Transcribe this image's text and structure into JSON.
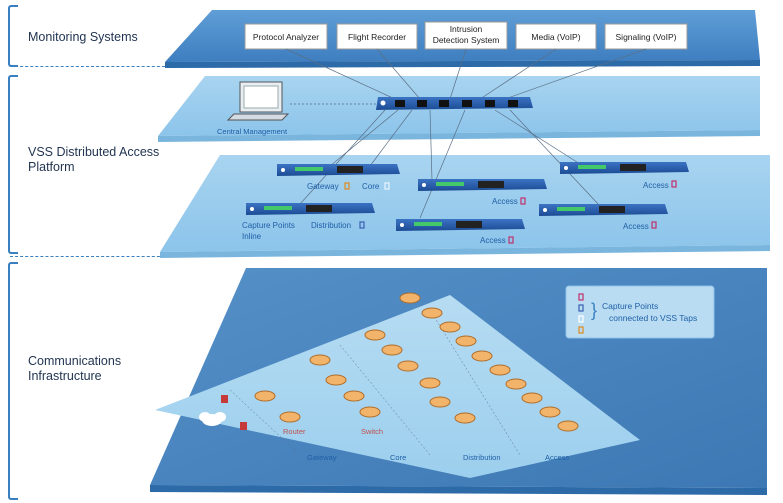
{
  "layers": {
    "monitoring": "Monitoring Systems",
    "vss": "VSS Distributed Access Platform",
    "communications": "Communications Infrastructure"
  },
  "monitoring_tools": [
    "Protocol Analyzer",
    "Flight Recorder",
    "Intrusion Detection System",
    "Media (VoIP)",
    "Signaling (VoIP)"
  ],
  "central_management": "Central Management",
  "vss_devices": {
    "gateway": "Gateway",
    "core": "Core",
    "access": "Access",
    "capture_points_inline": "Capture Points Inline",
    "distribution": "Distribution"
  },
  "infrastructure": {
    "router": "Router",
    "switch": "Switch",
    "zones": [
      "Gateway",
      "Core",
      "Distribution",
      "Access"
    ]
  },
  "legend": {
    "text": "Capture Points connected to VSS Taps",
    "colors": [
      "#c0306a",
      "#3a5fb0",
      "#e8f4ff",
      "#e08a1c"
    ]
  }
}
